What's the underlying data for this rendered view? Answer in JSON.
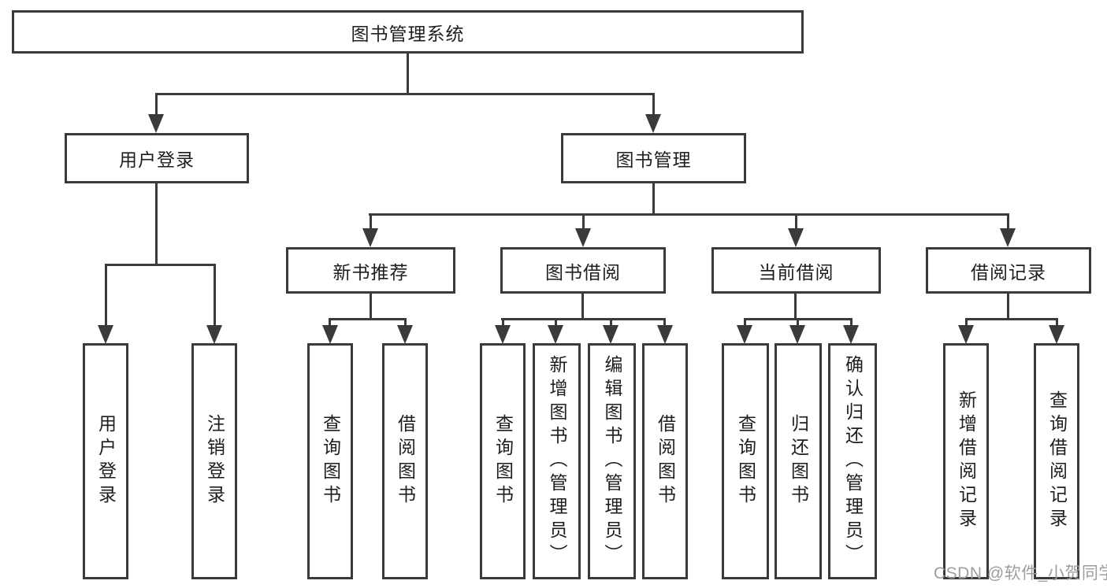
{
  "diagram_type": "hierarchy-tree",
  "tree": {
    "root": "图书管理系统",
    "children": [
      {
        "label": "用户登录",
        "children": [
          "用户登录",
          "注销登录"
        ]
      },
      {
        "label": "图书管理",
        "children": [
          {
            "label": "新书推荐",
            "children": [
              "查询图书",
              "借阅图书"
            ]
          },
          {
            "label": "图书借阅",
            "children": [
              "查询图书",
              "新增图书（管理员）",
              "编辑图书（管理员）",
              "借阅图书"
            ]
          },
          {
            "label": "当前借阅",
            "children": [
              "查询图书",
              "归还图书",
              "确认归还（管理员）"
            ]
          },
          {
            "label": "借阅记录",
            "children": [
              "新增借阅记录",
              "查询借阅记录"
            ]
          }
        ]
      }
    ]
  },
  "watermark": {
    "text": "CSDN @软件_小贺同学"
  },
  "colors": {
    "line": "#3a3a3a",
    "text": "#1e1e1e",
    "background": "#ffffff",
    "watermark": "#9e9e9e"
  }
}
